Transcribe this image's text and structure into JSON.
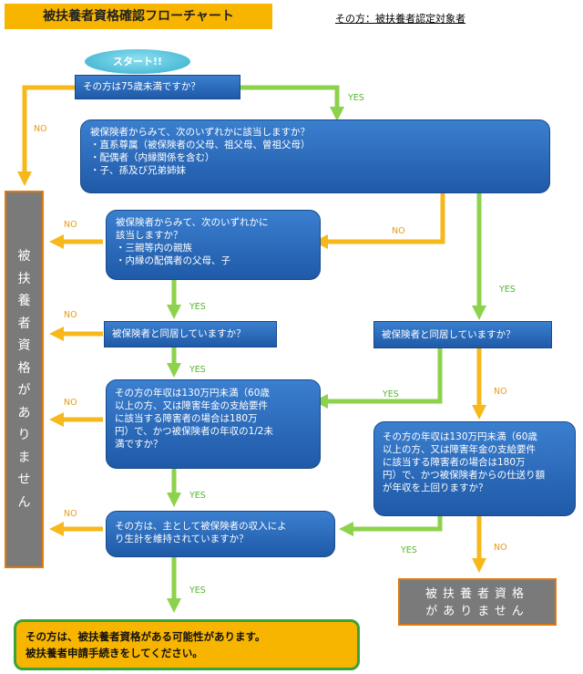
{
  "title": "被扶養者資格確認フローチャート",
  "note": "その方：被扶養者認定対象者",
  "start": "スタート!!",
  "q1": "その方は75歳未満ですか？",
  "q2": {
    "lines": [
      "被保険者からみて、次のいずれかに該当しますか？",
      "・直系尊属（被保険者の父母、祖父母、曽祖父母）",
      "・配偶者（内縁関係を含む）",
      "・子、孫及び兄弟姉妹"
    ]
  },
  "q3": {
    "lines": [
      "被保険者からみて、次のいずれかに",
      "該当しますか？",
      "・三親等内の親族",
      "・内縁の配偶者の父母、子"
    ]
  },
  "q4": "被保険者と同居していますか？",
  "q5": "被保険者と同居していますか？",
  "q6": {
    "lines": [
      "その方の年収は130万円未満（60歳",
      "以上の方、又は障害年金の支給要件",
      "に該当する障害者の場合は180万",
      "円）で、かつ被保険者の年収の1/2未",
      "満ですか？"
    ]
  },
  "q7": {
    "lines": [
      "その方の年収は130万円未満（60歳",
      "以上の方、又は障害年金の支給要件",
      "に該当する障害者の場合は180万",
      "円）で、かつ被保険者からの仕送り額",
      "が年収を上回りますか？"
    ]
  },
  "q8": {
    "lines": [
      "その方は、主として被保険者の収入によ",
      "り生計を維持されていますか？"
    ]
  },
  "side_result": [
    "被",
    "扶",
    "養",
    "者",
    "資",
    "格",
    "が",
    "あ",
    "り",
    "ま",
    "せ",
    "ん"
  ],
  "no_result": [
    "被扶養者資格",
    "がありません"
  ],
  "result": [
    "その方は、被扶養者資格がある可能性があります。",
    "被扶養者申請手続きをしてください。"
  ],
  "labels": {
    "yes": "YES",
    "no": "NO"
  },
  "colors": {
    "yes_arrow": "#8dd24c",
    "no_arrow": "#f6b81a",
    "box": "#2a6bbd"
  }
}
